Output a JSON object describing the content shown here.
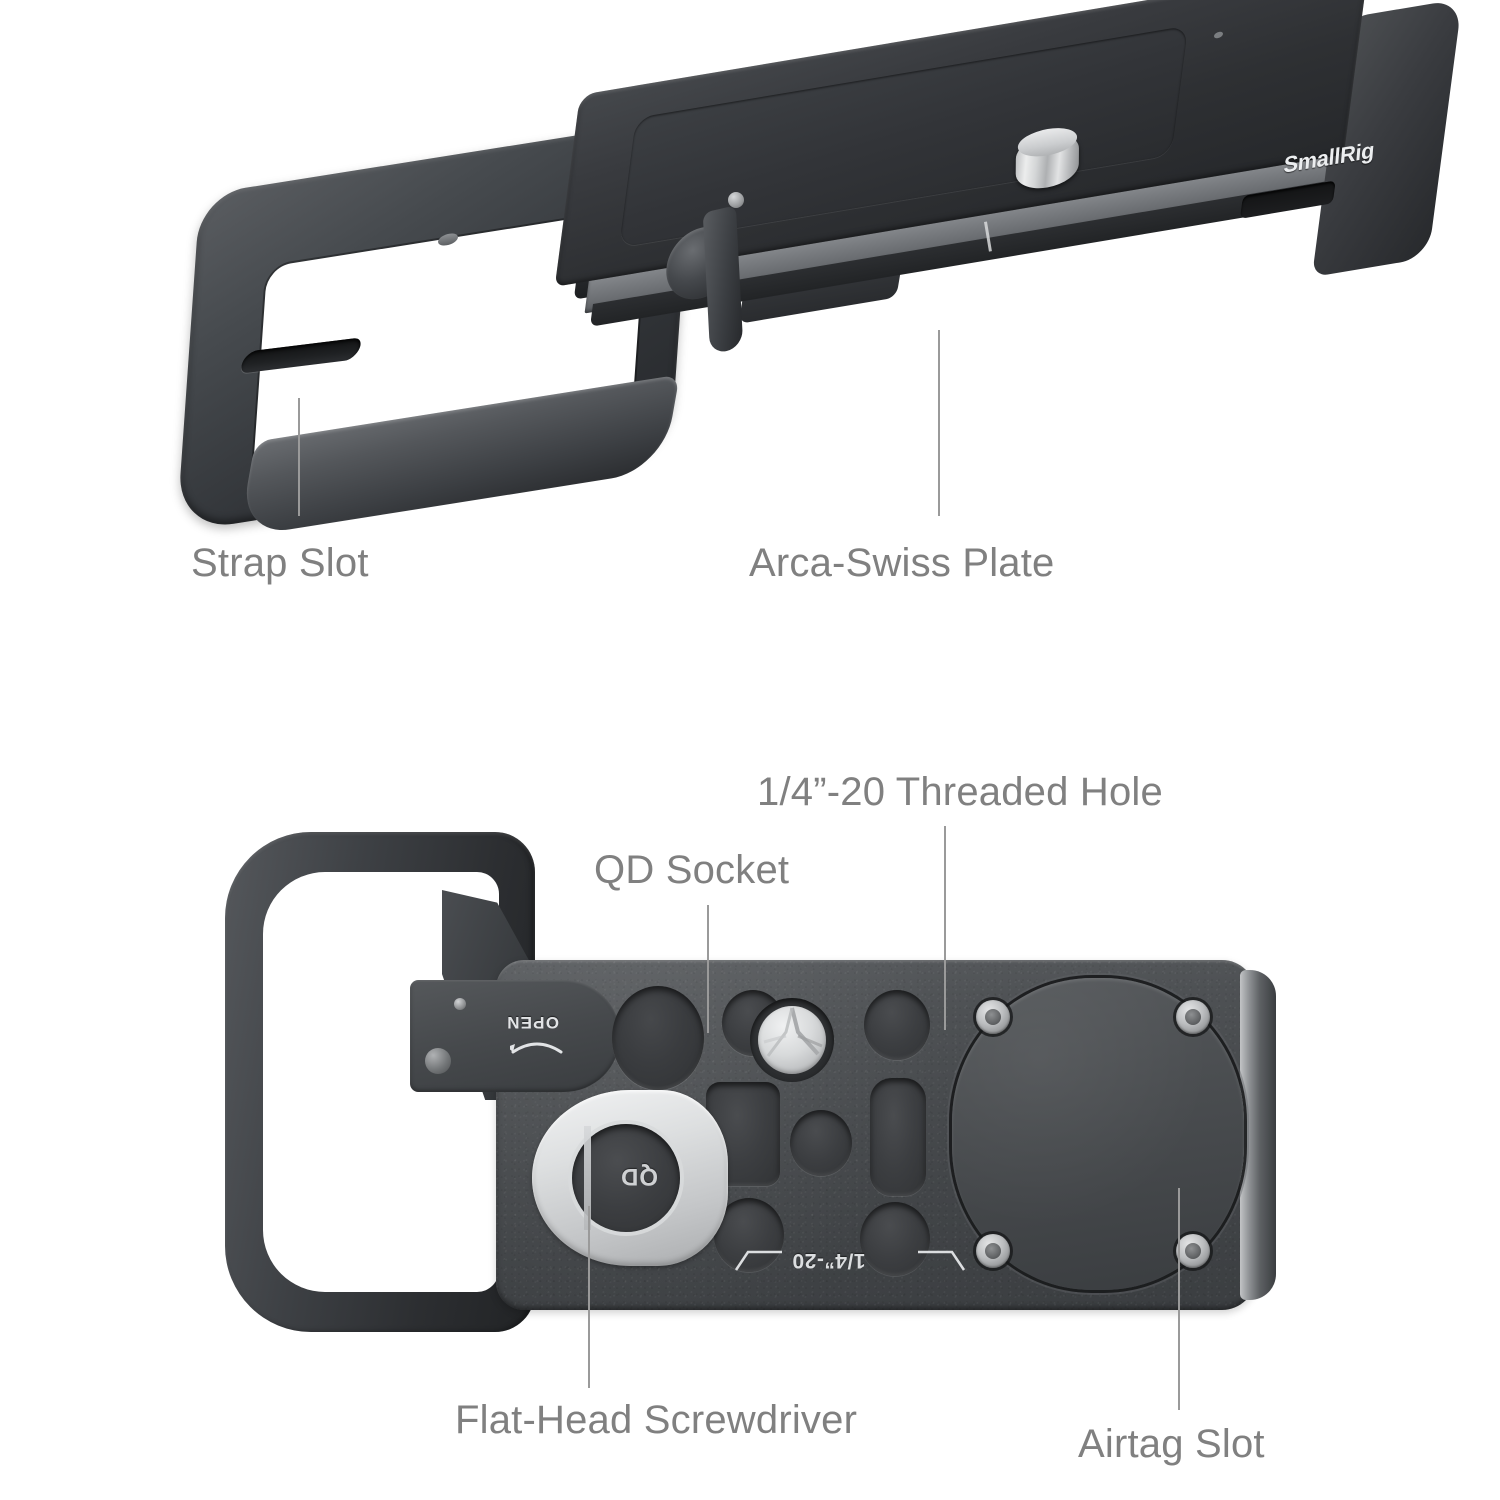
{
  "product": {
    "brand": "SmallRig",
    "brand_mark_text": "SmallRig"
  },
  "views": {
    "top": {
      "name": "Top perspective view",
      "callouts": [
        {
          "id": "strap-slot",
          "label": "Strap Slot"
        },
        {
          "id": "arca-swiss-plate",
          "label": "Arca-Swiss Plate"
        }
      ]
    },
    "bottom": {
      "name": "Bottom plan view",
      "callouts": [
        {
          "id": "qd-socket",
          "label": "QD Socket"
        },
        {
          "id": "threaded-hole",
          "label": "1/4”-20 Threaded Hole"
        },
        {
          "id": "flat-head-screwdriver",
          "label": "Flat-Head Screwdriver"
        },
        {
          "id": "airtag-slot",
          "label": "Airtag Slot"
        }
      ],
      "engravings": [
        {
          "id": "open",
          "text": "OPEN",
          "rotated": true
        },
        {
          "id": "qd",
          "text": "QD",
          "rotated": true
        },
        {
          "id": "thread-spec",
          "text": "1/4”-20",
          "rotated": true
        }
      ]
    }
  },
  "colors": {
    "background": "#ffffff",
    "label_text": "#808080",
    "leader_line": "#9a9a9a",
    "body_dark": "#3b3e41",
    "body_mid": "#55585c",
    "silver": "#d8dadb",
    "engrave_text": "#e2e4e6"
  }
}
